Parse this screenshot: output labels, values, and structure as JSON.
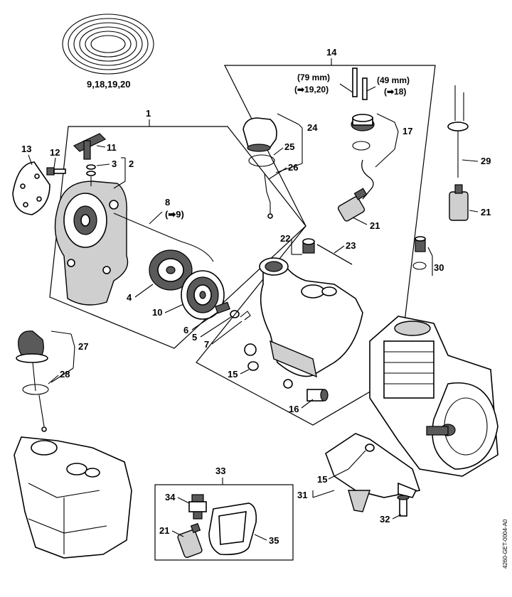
{
  "diagram_code": "4260-GET-0004-A0",
  "labels": {
    "l_9_18_19_20": "9,18,19,20",
    "l_1": "1",
    "l_2": "2",
    "l_3": "3",
    "l_4": "4",
    "l_5": "5",
    "l_6": "6",
    "l_7": "7",
    "l_8": "8",
    "l_8_ref": "(➡9)",
    "l_10": "10",
    "l_11": "11",
    "l_12": "12",
    "l_13": "13",
    "l_14": "14",
    "l_15a": "15",
    "l_15b": "15",
    "l_16": "16",
    "l_17": "17",
    "l_79mm": "(79 mm)",
    "l_79mm_ref": "(➡19,20)",
    "l_49mm": "(49 mm)",
    "l_49mm_ref": "(➡18)",
    "l_21a": "21",
    "l_21b": "21",
    "l_21c": "21",
    "l_22": "22",
    "l_23": "23",
    "l_24": "24",
    "l_25": "25",
    "l_26": "26",
    "l_27": "27",
    "l_28": "28",
    "l_29": "29",
    "l_30": "30",
    "l_31": "31",
    "l_32": "32",
    "l_33": "33",
    "l_34": "34",
    "l_35": "35"
  }
}
